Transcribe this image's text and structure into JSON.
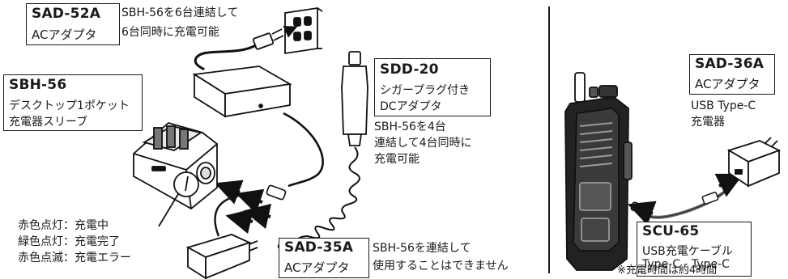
{
  "left": {
    "sad52a": {
      "model": "SAD-52A",
      "type": "ACアダプタ",
      "desc": [
        "SBH-56を6台連結して",
        "6台同時に充電可能"
      ]
    },
    "sbh56": {
      "model": "SBH-56",
      "desc": [
        "デスクトップ1ポケット",
        "充電器スリーブ"
      ]
    },
    "sdd20": {
      "model": "SDD-20",
      "desc": [
        "シガープラグ付き",
        "DCアダプタ"
      ],
      "note": [
        "SBH-56を4台",
        "連結して4台同時に",
        "充電可能"
      ]
    },
    "led": [
      "赤色点灯：充電中",
      "緑色点灯：充電完了",
      "赤色点滅：充電エラー"
    ],
    "sad35a": {
      "model": "SAD-35A",
      "type": "ACアダプタ",
      "desc": [
        "SBH-56を連結して",
        "使用することはできません"
      ]
    }
  },
  "right": {
    "sad36a": {
      "model": "SAD-36A",
      "type": "ACアダプタ",
      "desc": [
        "USB Type-C",
        "充電器"
      ]
    },
    "scu65": {
      "model": "SCU-65",
      "desc": [
        "USB充電ケーブル",
        "Type-C - Type-C"
      ]
    },
    "footnote": "※充電時間は約4時間"
  }
}
